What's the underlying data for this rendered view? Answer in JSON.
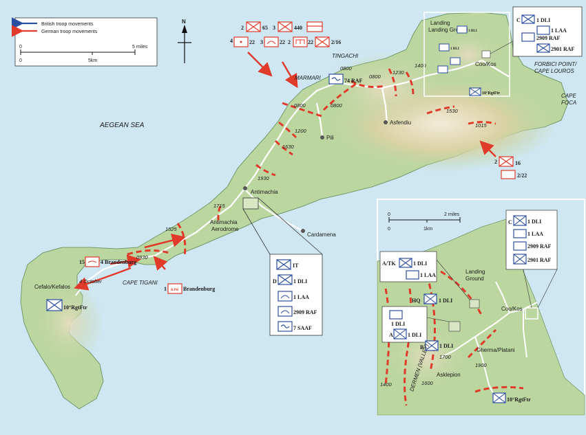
{
  "legend": {
    "british_label": "British troop movements",
    "german_label": "German troop movements",
    "scale_zero_top": "0",
    "scale_end_top": "5 miles",
    "scale_zero_bottom": "0",
    "scale_end_bottom": "5km",
    "british_color": "#2a4fa0",
    "german_color": "#e03a2a"
  },
  "compass": {
    "label": "N"
  },
  "sea": {
    "name": "AEGEAN SEA"
  },
  "places": {
    "landing_ground": "Landing Ground",
    "coo_kos": "Coo/Kos",
    "forbici_1": "FORBICI POINT/",
    "forbici_2": "CAPE LOUROS",
    "cape_foca_1": "CAPE",
    "cape_foca_2": "FOCA",
    "tingachi": "TINGACHI",
    "marmari": "MARMARI",
    "asfendiu": "Asfendiu",
    "pili": "Pili",
    "antimachia": "Antimachia",
    "antimachia_aero_1": "Antimachia",
    "antimachia_aero_2": "Aerodrome",
    "cardamena": "Cardamena",
    "cefalo": "Cefalo/Kefalos",
    "cape_tigani": "CAPE TIGANI",
    "date": "4 October"
  },
  "times": {
    "t0800a": "0800",
    "t0800b": "0800",
    "t0800c": "0800",
    "t0800d": "0800",
    "t1230": "1230",
    "t1400": "1400",
    "t1200": "1200",
    "t1630": "1630",
    "t1530": "1530",
    "t1015": "1015",
    "t1930": "1930",
    "t1715": "1715",
    "t1525": "1525",
    "t0930": "0930"
  },
  "units": {
    "de_2_65": "65",
    "de_2_65_n": "2",
    "de_3_440": "440",
    "de_3_440_n": "3",
    "de_4_22": "22",
    "de_4_22_n": "4",
    "de_3_22": "22",
    "de_3_22_n": "3",
    "de_2_22": "22",
    "de_2_22_n": "2",
    "de_2_16": "2/16",
    "raf74": "74 RAF",
    "de_2_16_e": "16",
    "de_2_16_e_n": "2",
    "de_2_22_e": "2/22",
    "brandenburg_15": "4 Brandenburg",
    "brandenburg_15_n": "15",
    "brandenburg_1": "Brandenburg",
    "brandenburg_1_n": "1",
    "rgtftr_10": "10°RgtFtr",
    "inset_it": "IT",
    "inset_d": "1 DLI",
    "inset_laa": "1 LAA",
    "inset_raf": "2909 RAF",
    "inset_saaf": "7 SAAF",
    "nw_c": "1 DLI",
    "nw_laa": "1 LAA",
    "nw_raf2909": "2909 RAF",
    "nw_raf2901": "2901 RAF",
    "small_atk": "1 DLI",
    "small_laa": "1 LAA",
    "small_hq": "1 DLI",
    "small_10": "10°RgtFtr"
  },
  "detail_inset": {
    "scale_zero_top": "0",
    "scale_end_top": "2 miles",
    "scale_zero_bottom": "0",
    "scale_end_bottom": "1km",
    "c_dli": "1 DLI",
    "laa": "1 LAA",
    "raf2909": "2909 RAF",
    "raf2901": "2901 RAF",
    "atk_dli": "1 DLI",
    "atk_laa": "1 LAA",
    "atk_prefix": "A/TK",
    "hq_dli": "1 DLI",
    "hq_prefix": "HQ",
    "dli_box": "1 DLI",
    "a_dli": "1 DLI",
    "a_prefix": "A",
    "b_dli": "1 DLI",
    "b_prefix": "B",
    "landing_1": "Landing",
    "landing_2": "Ground",
    "coo_kos": "Coo/Kos",
    "gherma": "Gherma/Platani",
    "asklepion": "Asklepion",
    "dermen": "DERMEN (VALLEY)",
    "rgtftr": "10°RgtFtr",
    "t1400": "1400",
    "t1600": "1600",
    "t1700": "1700",
    "t1900": "1900"
  }
}
